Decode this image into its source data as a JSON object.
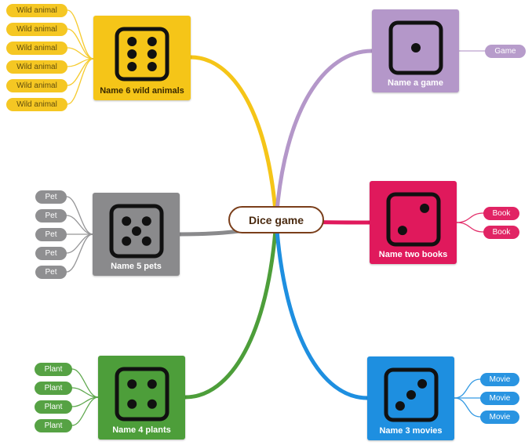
{
  "root": {
    "label": "Dice game"
  },
  "colors": {
    "wild": "#f5c518",
    "pets": "#8a8a8c",
    "plants": "#4d9e3a",
    "game": "#b497c9",
    "books": "#e0195c",
    "movies": "#1e8fe0",
    "root_border": "#7a3e1a"
  },
  "branches": {
    "wild": {
      "label": "Name 6 wild animals",
      "pips": 6,
      "leaves": [
        "Wild animal",
        "Wild animal",
        "Wild animal",
        "Wild animal",
        "Wild animal",
        "Wild animal"
      ]
    },
    "pets": {
      "label": "Name 5 pets",
      "pips": 5,
      "leaves": [
        "Pet",
        "Pet",
        "Pet",
        "Pet",
        "Pet"
      ]
    },
    "plants": {
      "label": "Name 4 plants",
      "pips": 4,
      "leaves": [
        "Plant",
        "Plant",
        "Plant",
        "Plant"
      ]
    },
    "game": {
      "label": "Name a game",
      "pips": 1,
      "leaves": [
        "Game"
      ]
    },
    "books": {
      "label": "Name two books",
      "pips": 2,
      "leaves": [
        "Book",
        "Book"
      ]
    },
    "movies": {
      "label": "Name 3 movies",
      "pips": 3,
      "leaves": [
        "Movie",
        "Movie",
        "Movie"
      ]
    }
  }
}
